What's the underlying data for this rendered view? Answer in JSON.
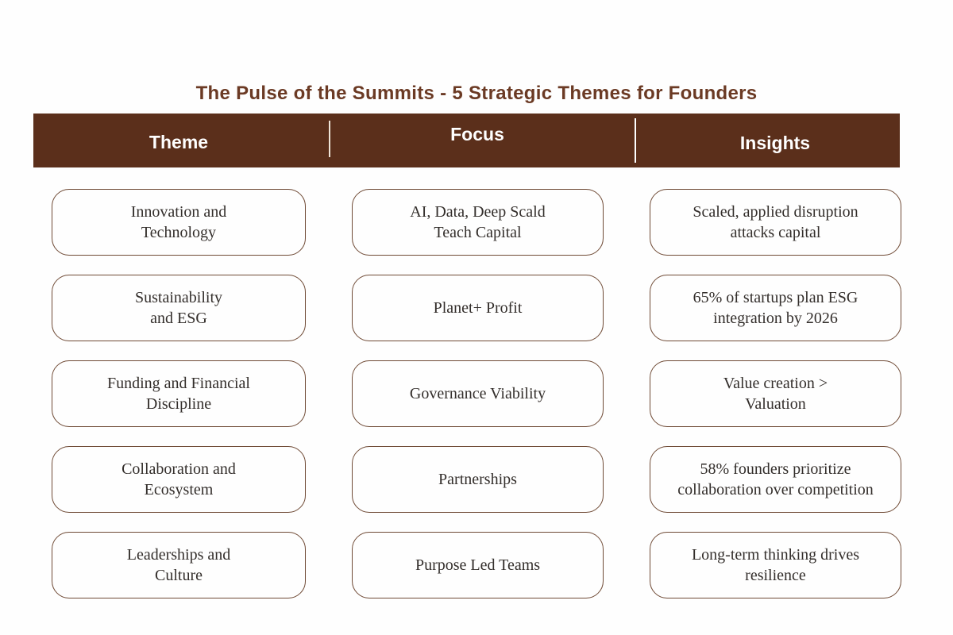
{
  "title": "The Pulse of the Summits - 5 Strategic Themes for Founders",
  "colors": {
    "header_background": "#5b2f1b",
    "title_text": "#6b3a24",
    "cell_border": "#6f4a35",
    "header_text": "#ffffff",
    "cell_text": "#332e2b"
  },
  "table": {
    "columns": [
      "Theme",
      "Focus",
      "Insights"
    ],
    "rows": [
      {
        "theme": "Innovation and\nTechnology",
        "focus": "AI, Data, Deep Scald\nTeach Capital",
        "insight": "Scaled, applied disruption\nattacks capital"
      },
      {
        "theme": "Sustainability\nand ESG",
        "focus": "Planet+ Profit",
        "insight": "65% of startups plan ESG\nintegration by 2026"
      },
      {
        "theme": "Funding and Financial\nDiscipline",
        "focus": "Governance Viability",
        "insight": "Value creation >\nValuation"
      },
      {
        "theme": "Collaboration and\nEcosystem",
        "focus": "Partnerships",
        "insight": "58% founders prioritize\ncollaboration over competition"
      },
      {
        "theme": "Leaderships and\nCulture",
        "focus": "Purpose Led Teams",
        "insight": "Long-term thinking drives\nresilience"
      }
    ]
  }
}
